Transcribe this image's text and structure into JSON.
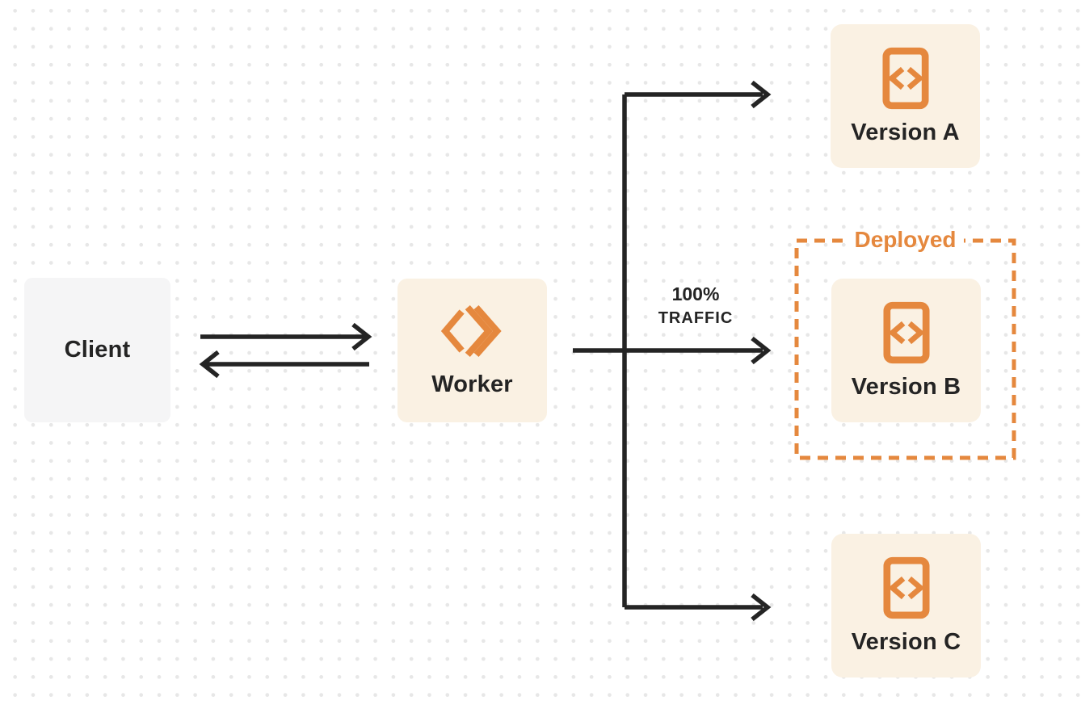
{
  "diagram": {
    "title": "worker-traffic-routing-diagram",
    "colors": {
      "accent_orange": "#e5883e",
      "node_cream": "#faf1e3",
      "client_gray": "#f5f5f6",
      "line_black": "#242424",
      "dot_grid_gray": "#e7e7e7",
      "background": "#ffffff"
    },
    "nodes": {
      "client": {
        "label": "Client"
      },
      "worker": {
        "label": "Worker",
        "icon": "workers-logo-icon"
      },
      "version_a": {
        "label": "Version A",
        "icon": "code-file-icon"
      },
      "version_b": {
        "label": "Version B",
        "icon": "code-file-icon"
      },
      "version_c": {
        "label": "Version C",
        "icon": "code-file-icon"
      }
    },
    "annotations": {
      "deployed_frame": {
        "label": "Deployed",
        "style": "orange-dashed-border",
        "contains": "version_b"
      },
      "traffic": {
        "line1": "100%",
        "line2": "TRAFFIC",
        "on_edge": "worker-to-version_b"
      }
    },
    "edges": [
      {
        "from": "client",
        "to": "worker",
        "direction": "right",
        "style": "arrow"
      },
      {
        "from": "worker",
        "to": "client",
        "direction": "left",
        "style": "arrow"
      },
      {
        "from": "worker",
        "to": "version_a",
        "style": "arrow"
      },
      {
        "from": "worker",
        "to": "version_b",
        "style": "arrow",
        "label": "100% TRAFFIC"
      },
      {
        "from": "worker",
        "to": "version_c",
        "style": "arrow"
      }
    ]
  }
}
